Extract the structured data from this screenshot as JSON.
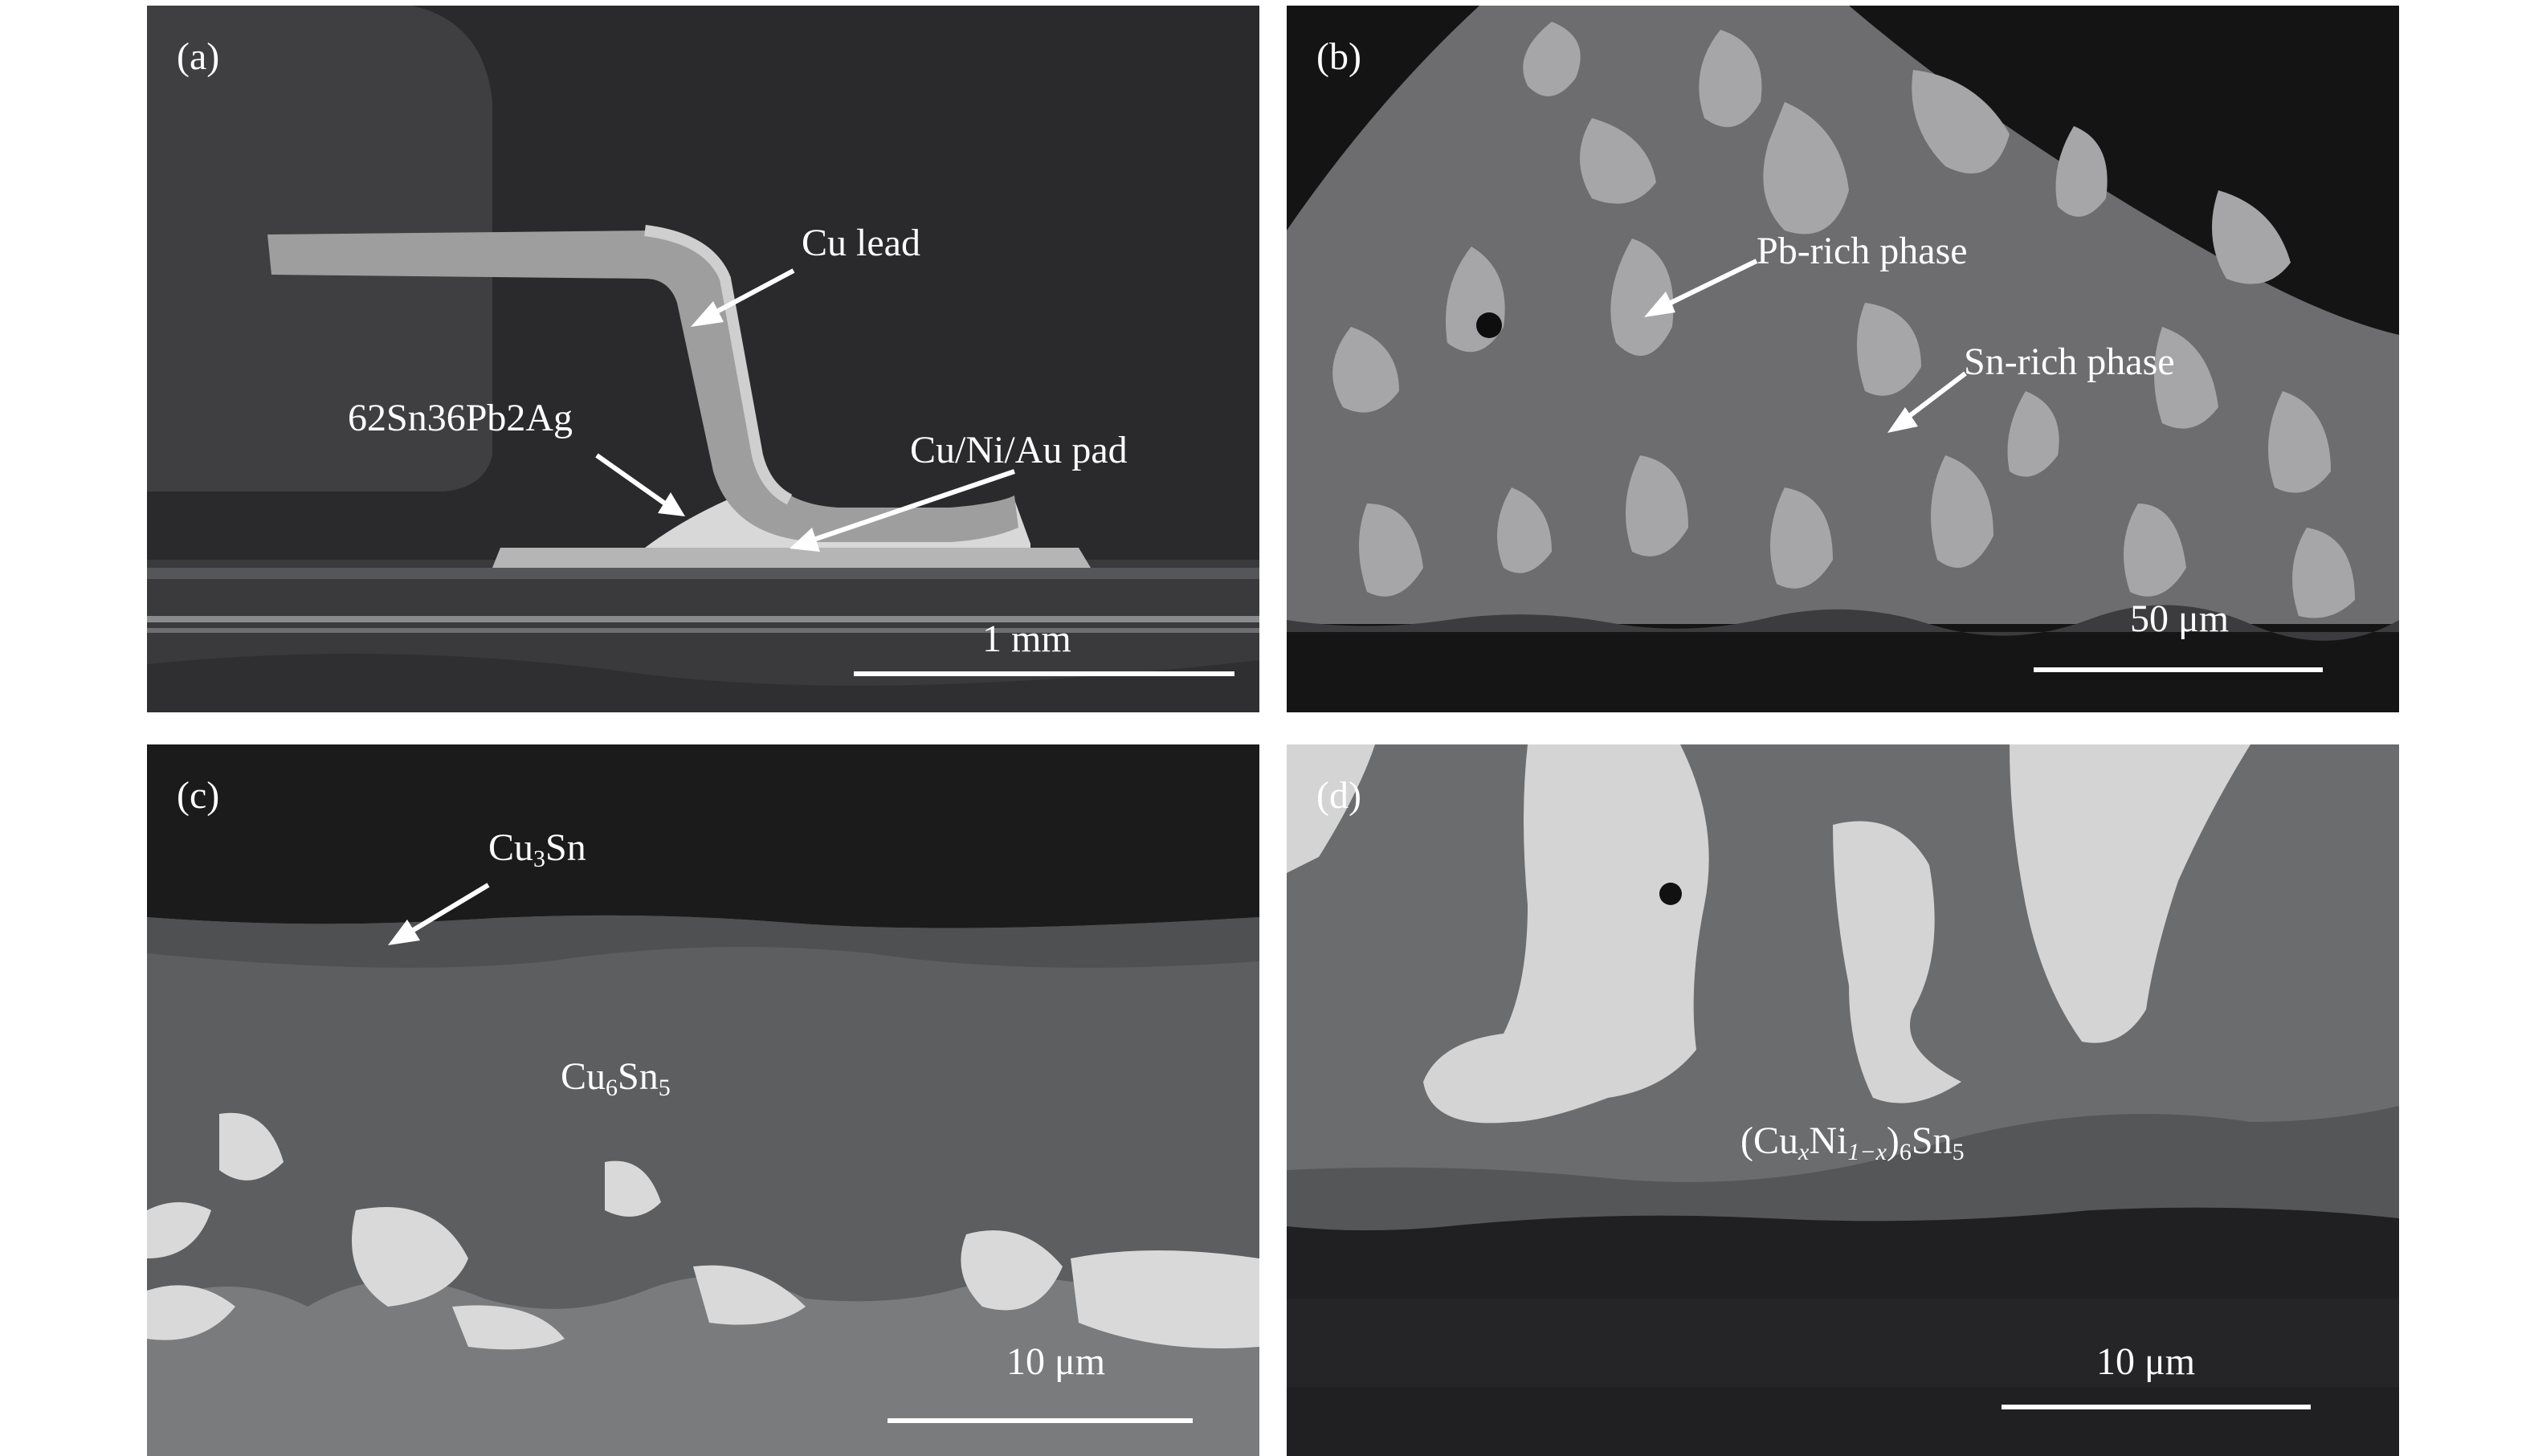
{
  "panels": {
    "a": {
      "label": "(a)",
      "annotations": {
        "cu_lead": "Cu lead",
        "solder": "62Sn36Pb2Ag",
        "pad": "Cu/Ni/Au pad"
      },
      "scale_bar": "1 mm"
    },
    "b": {
      "label": "(b)",
      "annotations": {
        "pb_rich": "Pb-rich phase",
        "sn_rich": "Sn-rich phase"
      },
      "scale_bar": "50 μm"
    },
    "c": {
      "label": "(c)",
      "annotations": {
        "cu3sn": {
          "a": "Cu",
          "b": "3",
          "c": "Sn"
        },
        "cu6sn5": {
          "a": "Cu",
          "b": "6",
          "c": "Sn",
          "d": "5"
        }
      },
      "scale_bar": "10 μm"
    },
    "d": {
      "label": "(d)",
      "annotations": {
        "imc": {
          "open": "(Cu",
          "x": "x",
          "ni": "Ni",
          "sub1": "1−x",
          "close": ")",
          "six": "6",
          "sn": "Sn",
          "five": "5"
        }
      },
      "scale_bar": "10 μm"
    }
  }
}
